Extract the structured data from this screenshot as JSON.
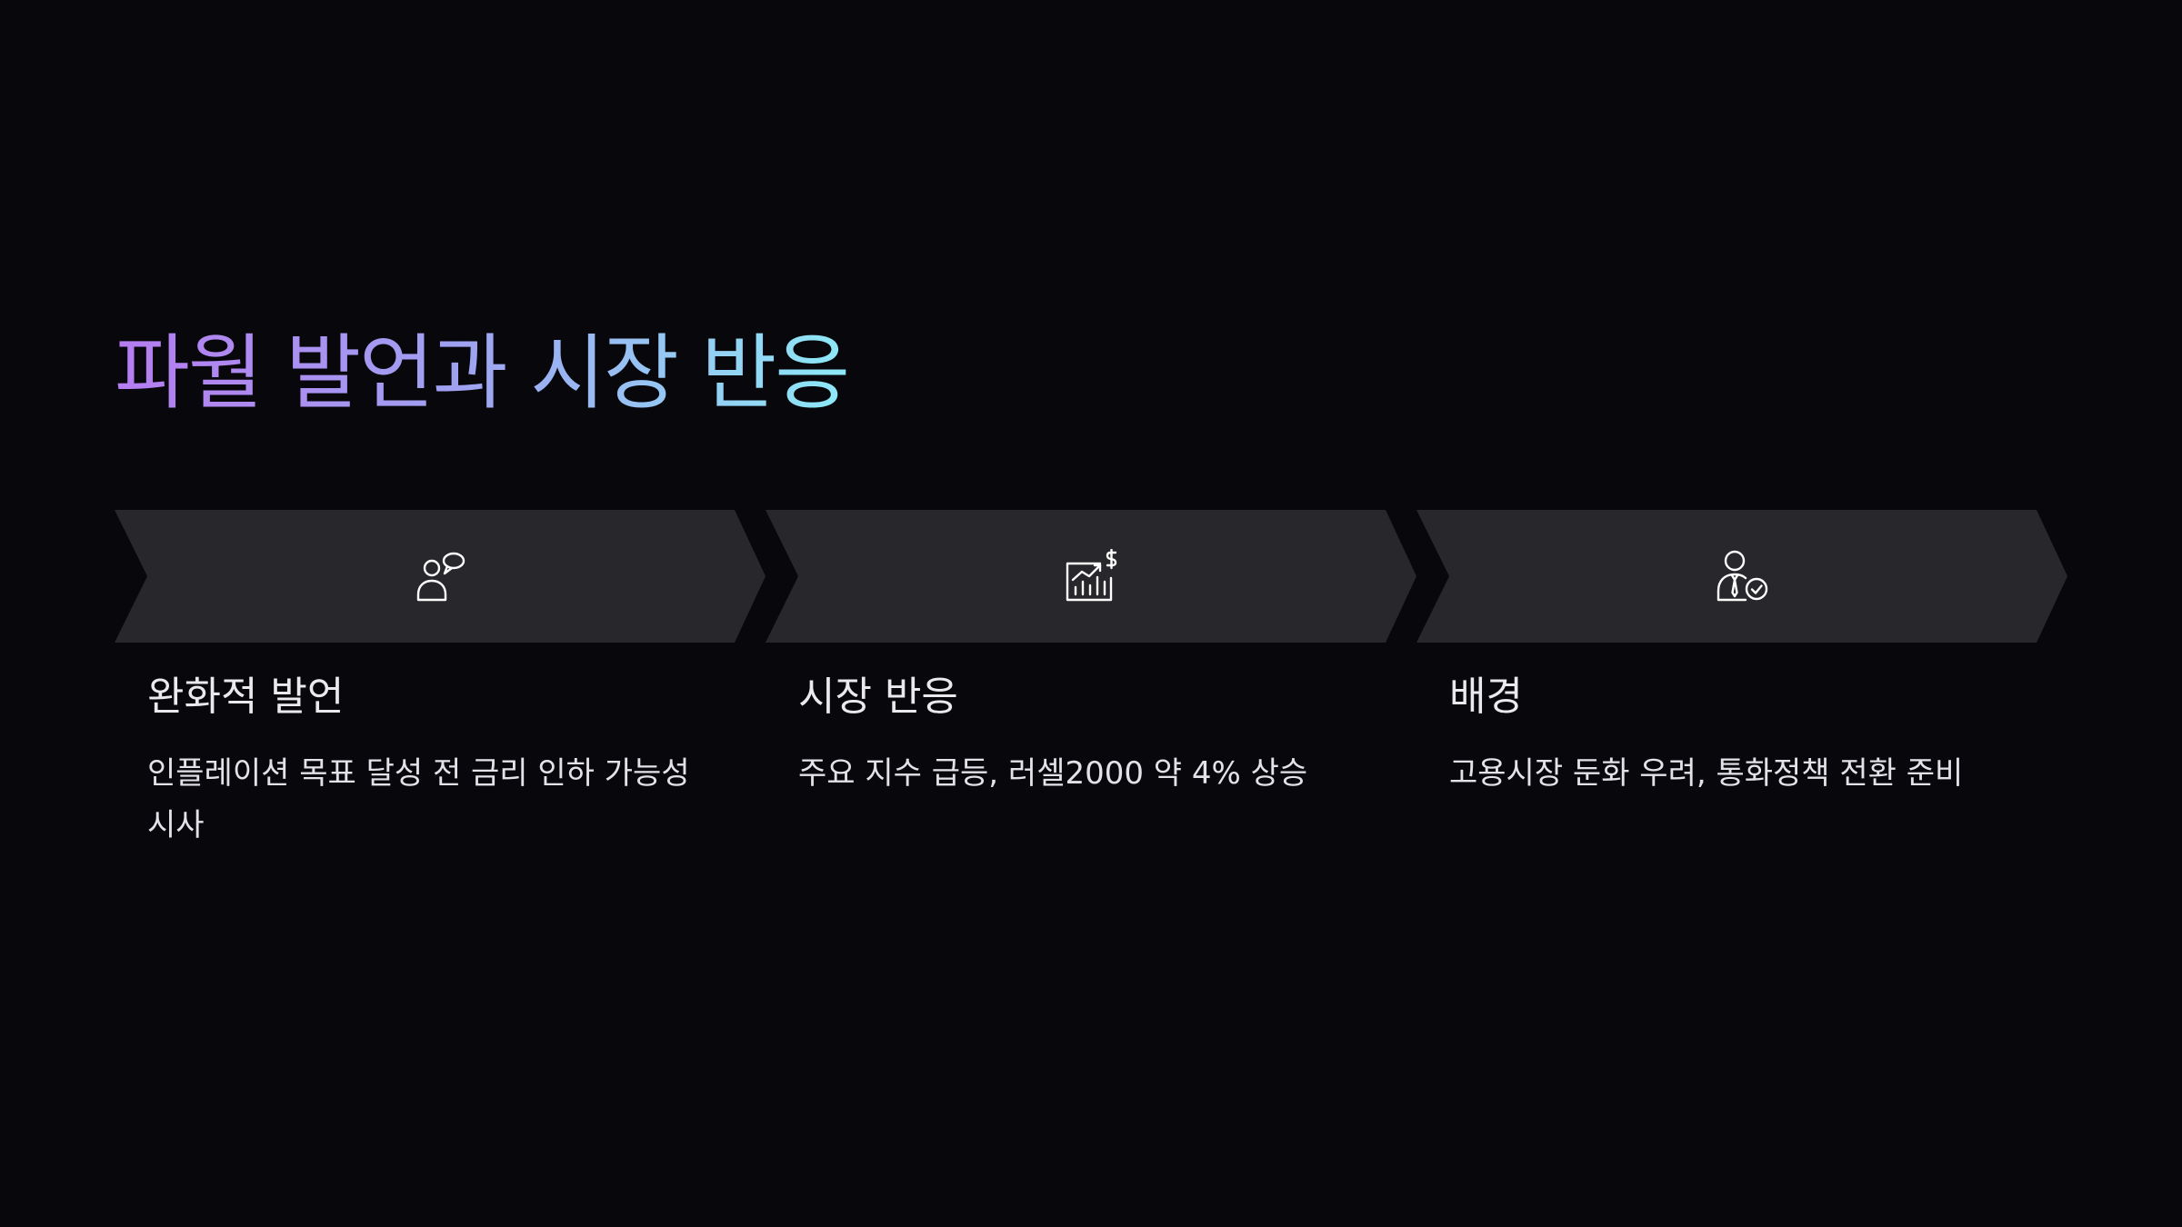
{
  "title": "파월 발언과 시장 반응",
  "steps": [
    {
      "icon": "user-speech-bubble-icon",
      "heading": "완화적 발언",
      "description": "인플레이션 목표 달성 전 금리 인하 가능성 시사"
    },
    {
      "icon": "chart-dollar-icon",
      "heading": "시장 반응",
      "description": "주요 지수 급등, 러셀2000 약 4% 상승"
    },
    {
      "icon": "businessman-check-icon",
      "heading": "배경",
      "description": "고용시장 둔화 우려, 통화정책 전환 준비"
    }
  ],
  "colors": {
    "background": "#08080c",
    "chevron": "#28282c",
    "title_gradient": [
      "#b67cf0",
      "#9fa3f1",
      "#8de9f6"
    ],
    "text": "#e2e2e8",
    "icon": "#ffffff"
  }
}
